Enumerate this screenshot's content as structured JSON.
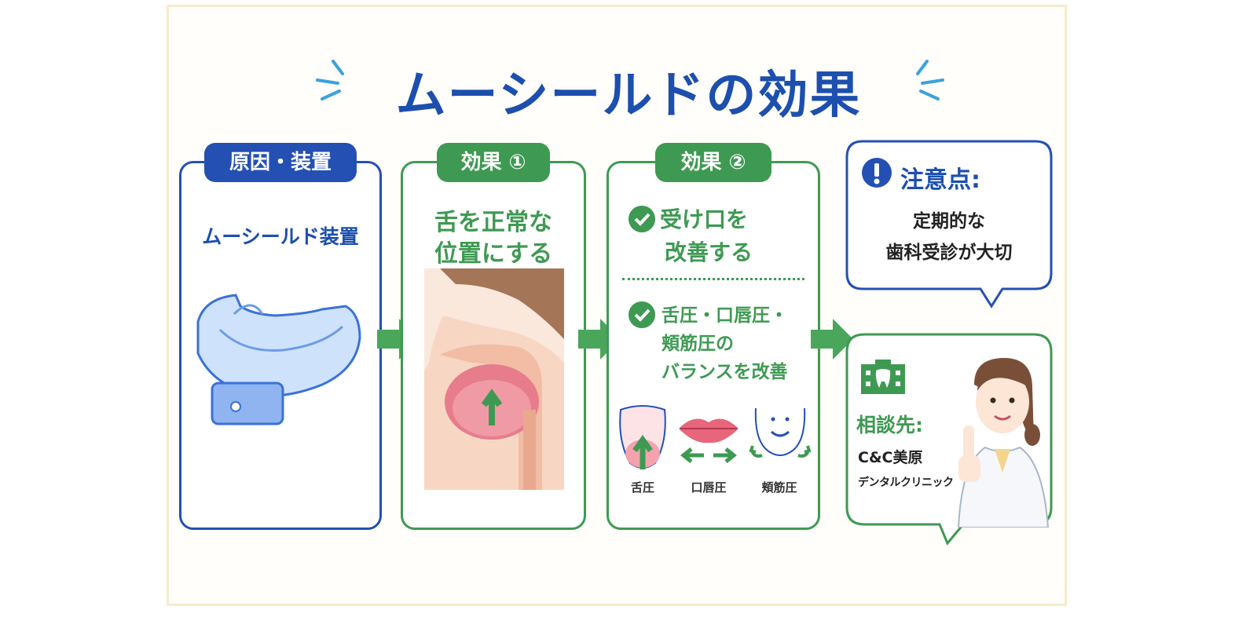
{
  "title": "ムーシールドの効果",
  "panel1": {
    "tag": "原因・装置",
    "heading": "ムーシールド装置"
  },
  "panel2": {
    "tag": "効果 ①",
    "line1": "舌を正常な",
    "line2": "位置にする"
  },
  "panel3": {
    "tag": "効果 ②",
    "item1_line1": "受け口を",
    "item1_line2": "改善する",
    "item2_line1": "舌圧・口唇圧・",
    "item2_line2": "頬筋圧の",
    "item2_line3": "バランスを改善",
    "labels": [
      "舌圧",
      "口唇圧",
      "頬筋圧"
    ]
  },
  "caution": {
    "title": "注意点:",
    "line1": "定期的な",
    "line2": "歯科受診が大切"
  },
  "consult": {
    "title": "相談先:",
    "line1": "C&C美原",
    "line2": "デンタルクリニック"
  },
  "colors": {
    "blue": "#2450b3",
    "green": "#3e9a52",
    "frame": "#f6eccb"
  }
}
